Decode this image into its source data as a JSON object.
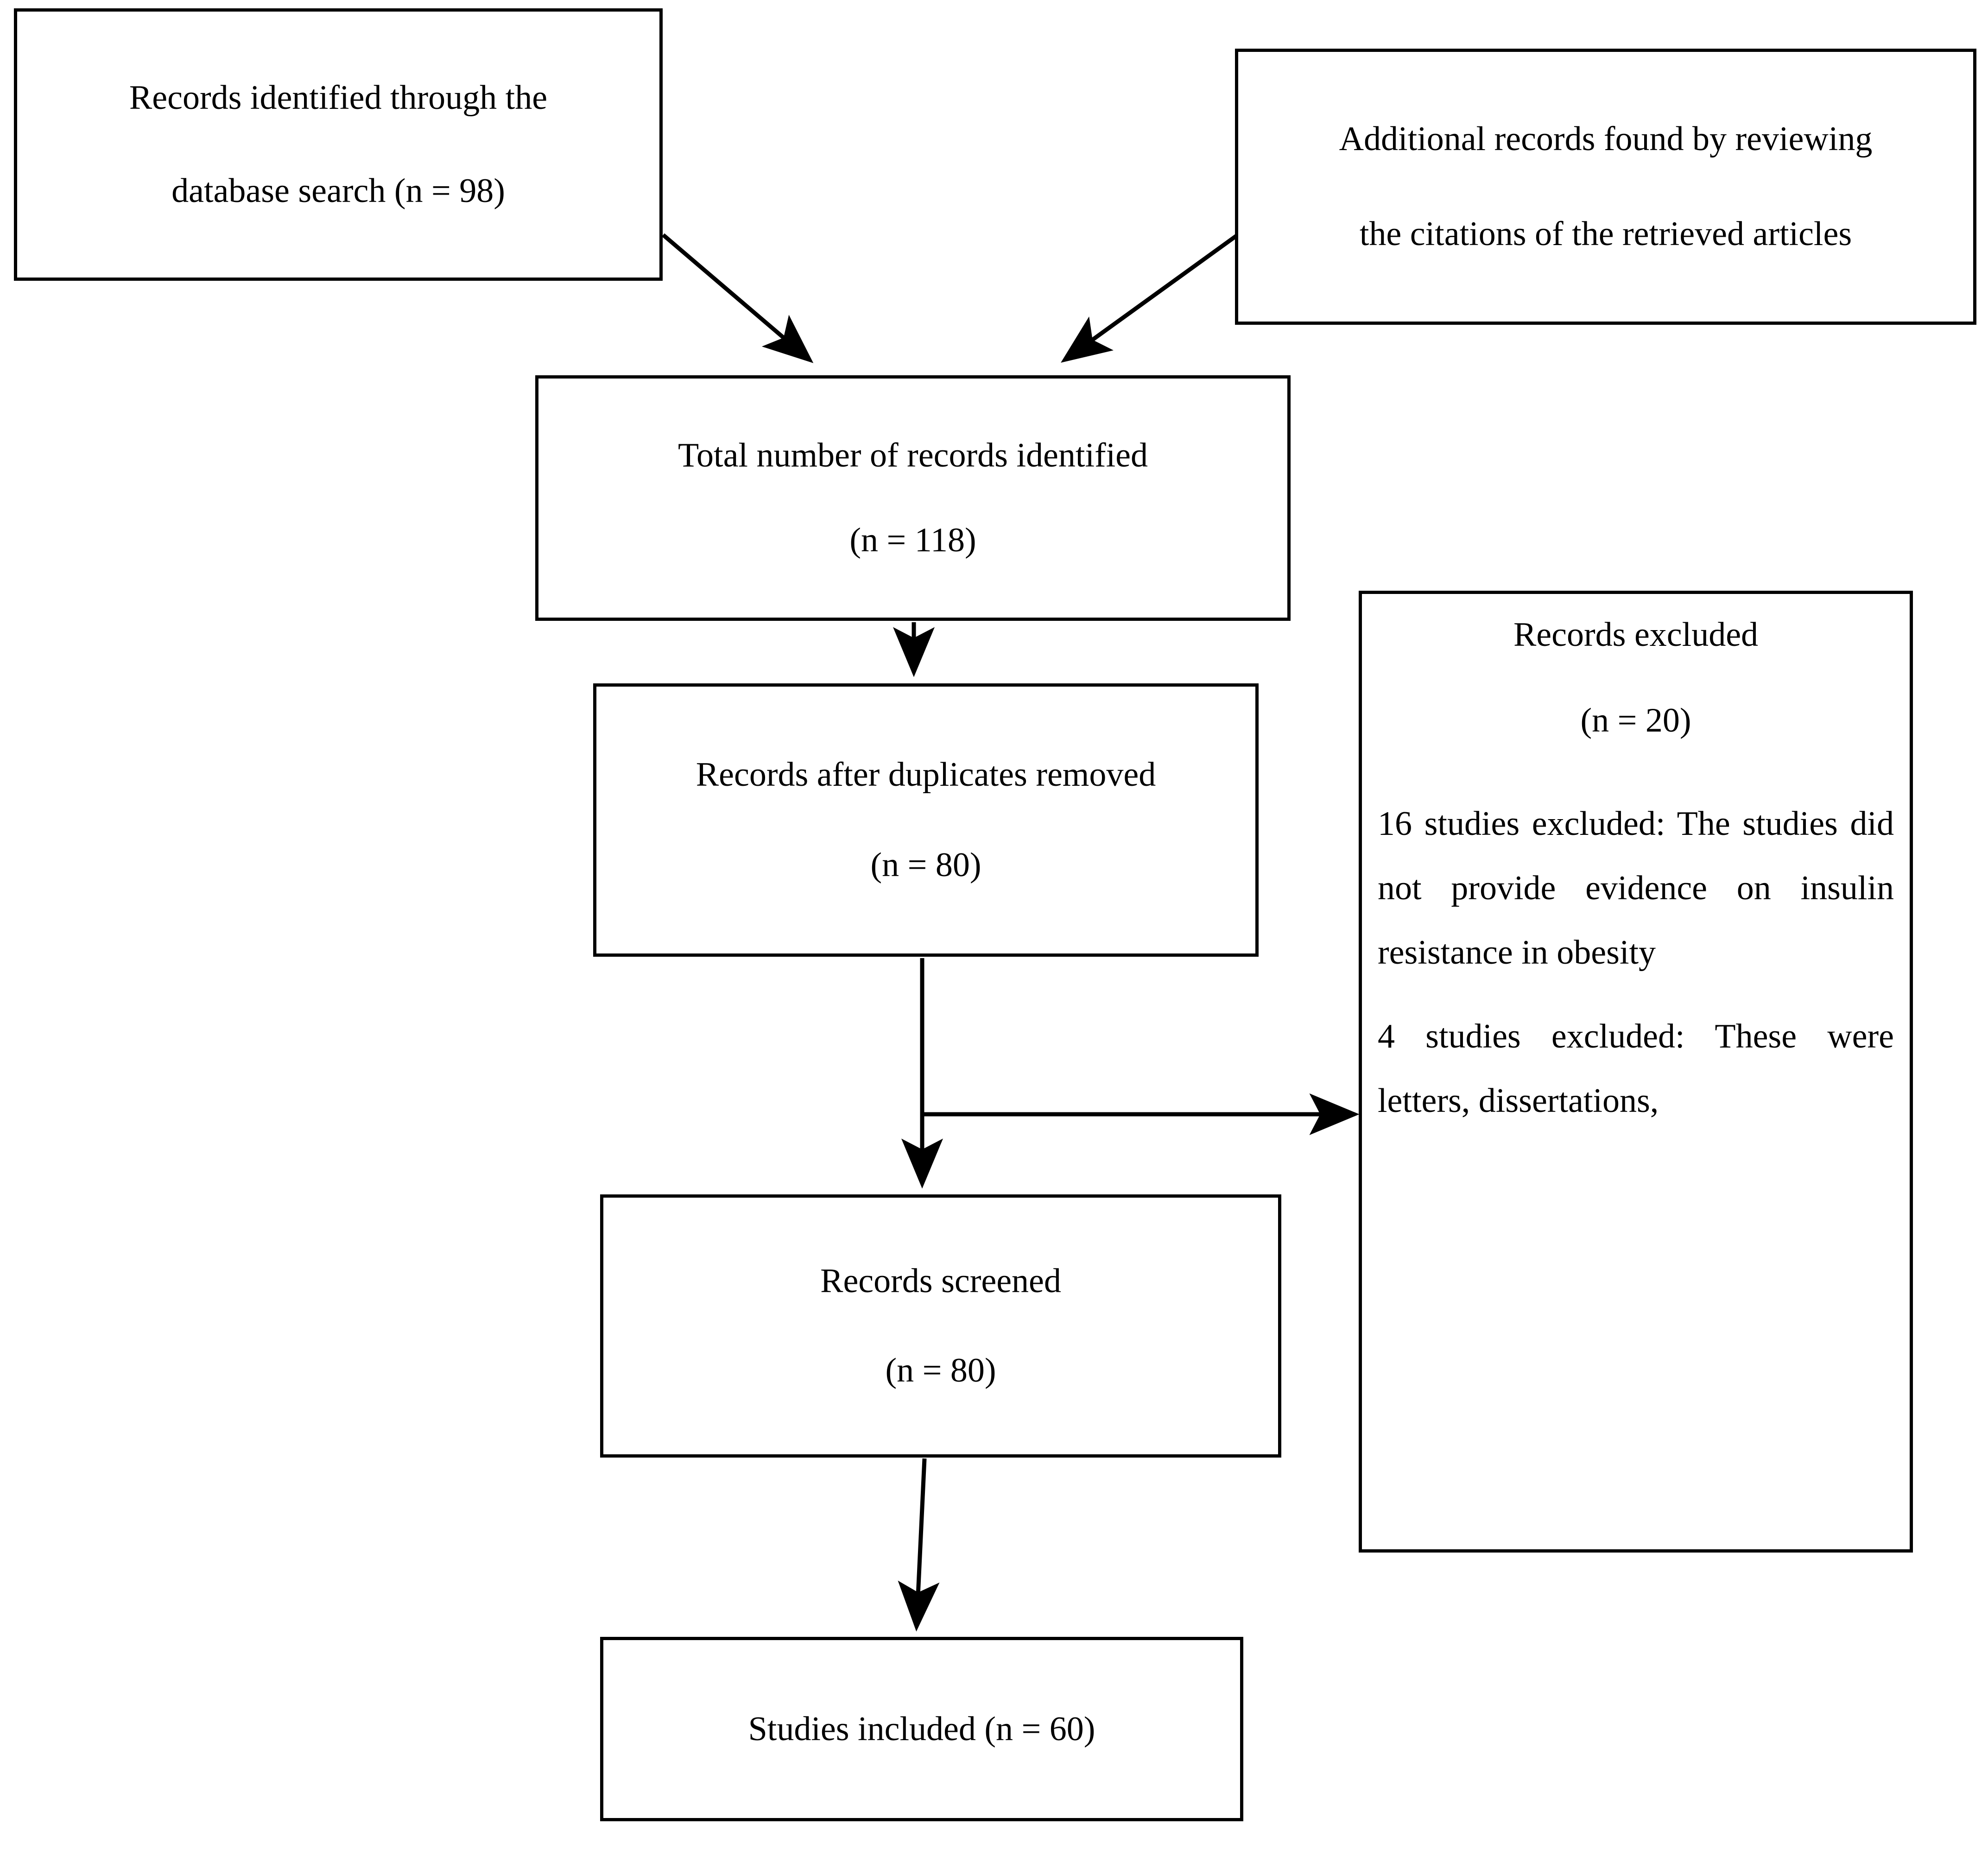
{
  "diagram": {
    "type": "prisma-flow-diagram",
    "title": "PRISMA study selection flow diagram",
    "stroke_color": "#000000",
    "background_color": "#ffffff",
    "boxes": {
      "db_search": {
        "line1": "Records identified through the",
        "line2": "database search (n = 98)",
        "n": 98
      },
      "additional_records": {
        "line1": "Additional records found by reviewing",
        "line2": "the citations of the retrieved articles"
      },
      "total_identified": {
        "line1": "Total number of records identified",
        "line2": "(n = 118)",
        "n": 118
      },
      "duplicates_removed": {
        "line1": "Records after duplicates removed",
        "line2": "(n = 80)",
        "n": 80
      },
      "records_excluded": {
        "heading": "Records excluded",
        "count_line": "(n = 20)",
        "n": 20,
        "reason1": "16 studies excluded: The studies did not provide evidence on insulin resistance in obesity",
        "reason2": "4 studies excluded: These were letters, dissertations,"
      },
      "records_screened": {
        "line1": "Records screened",
        "line2": "(n = 80)",
        "n": 80
      },
      "studies_included": {
        "line1": "Studies included (n = 60)",
        "n": 60
      }
    },
    "connectors": [
      {
        "name": "db-search-to-total",
        "from": "db_search",
        "to": "total_identified",
        "style": "diagonal-arrow"
      },
      {
        "name": "additional-to-total",
        "from": "additional_records",
        "to": "total_identified",
        "style": "diagonal-arrow"
      },
      {
        "name": "total-to-duplicates",
        "from": "total_identified",
        "to": "duplicates_removed",
        "style": "vertical-arrow"
      },
      {
        "name": "duplicates-to-screened",
        "from": "duplicates_removed",
        "to": "records_screened",
        "style": "vertical-arrow"
      },
      {
        "name": "duplicates-to-excluded",
        "from": "duplicates_removed",
        "to": "records_excluded",
        "style": "horizontal-branch-arrow"
      },
      {
        "name": "screened-to-included",
        "from": "records_screened",
        "to": "studies_included",
        "style": "vertical-arrow"
      }
    ]
  }
}
